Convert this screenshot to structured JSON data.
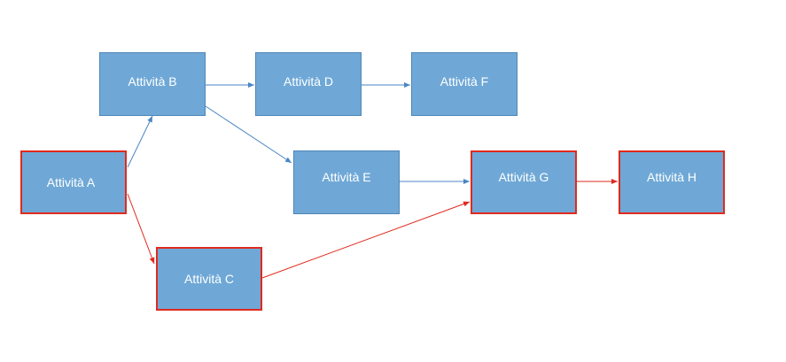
{
  "nodes": {
    "a": {
      "label": "Attività A",
      "critical": true
    },
    "b": {
      "label": "Attività B",
      "critical": false
    },
    "c": {
      "label": "Attività C",
      "critical": true
    },
    "d": {
      "label": "Attività D",
      "critical": false
    },
    "e": {
      "label": "Attività E",
      "critical": false
    },
    "f": {
      "label": "Attività F",
      "critical": false
    },
    "g": {
      "label": "Attività G",
      "critical": true
    },
    "h": {
      "label": "Attività H",
      "critical": true
    }
  },
  "edges": [
    {
      "from": "a",
      "to": "b",
      "critical": false
    },
    {
      "from": "a",
      "to": "c",
      "critical": true
    },
    {
      "from": "b",
      "to": "d",
      "critical": false
    },
    {
      "from": "b",
      "to": "e",
      "critical": false
    },
    {
      "from": "d",
      "to": "f",
      "critical": false
    },
    {
      "from": "e",
      "to": "g",
      "critical": false
    },
    {
      "from": "c",
      "to": "g",
      "critical": true
    },
    {
      "from": "g",
      "to": "h",
      "critical": true
    }
  ],
  "colors": {
    "node_fill": "#6fa8d6",
    "normal_edge": "#4a86c5",
    "critical": "#e02a1e"
  }
}
